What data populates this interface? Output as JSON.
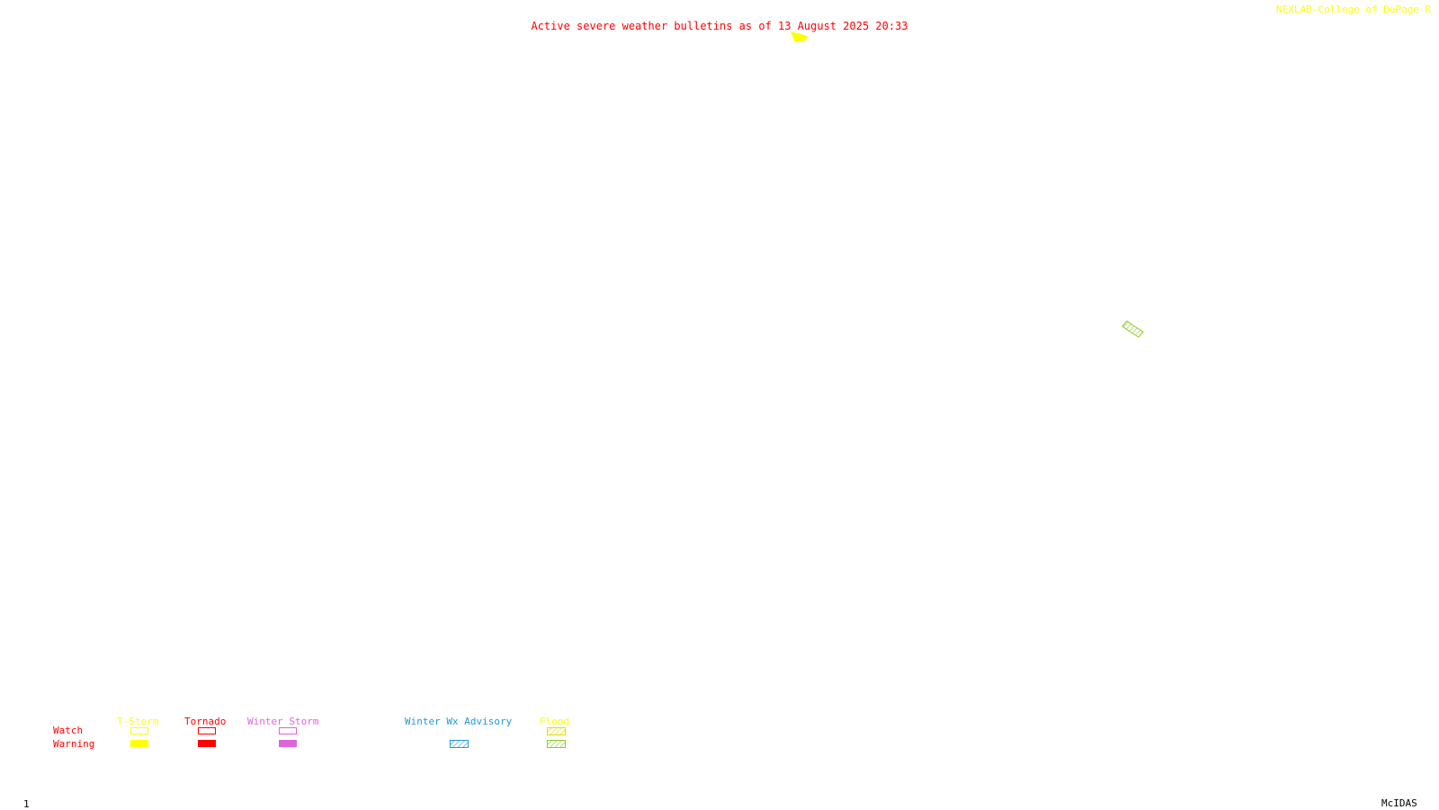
{
  "header": {
    "title": "Active severe weather bulletins as of 13 August 2025 20:33",
    "credit": "NEXLAB-College of DuPage R"
  },
  "legend": {
    "row_labels": {
      "watch": "Watch",
      "warning": "Warning"
    },
    "categories": [
      {
        "name": "T-Storm",
        "color": "#ffff00"
      },
      {
        "name": "Tornado",
        "color": "#ff0000"
      },
      {
        "name": "Winter Storm",
        "color": "#dd66dd"
      },
      {
        "name": "Winter Wx Advisory",
        "color": "#2299dd"
      },
      {
        "name": "Flood",
        "color": "#88cc22"
      }
    ]
  },
  "footer": {
    "frame_number": "1",
    "software": "McIDAS"
  },
  "colors": {
    "label_red": "#ff0000",
    "tstorm": "#ffff00",
    "tornado": "#ff0000",
    "winter_storm": "#dd66dd",
    "winter_wx_advisory": "#2299dd",
    "flood_watch": "#dddd00",
    "flood_warning": "#88cc22"
  }
}
